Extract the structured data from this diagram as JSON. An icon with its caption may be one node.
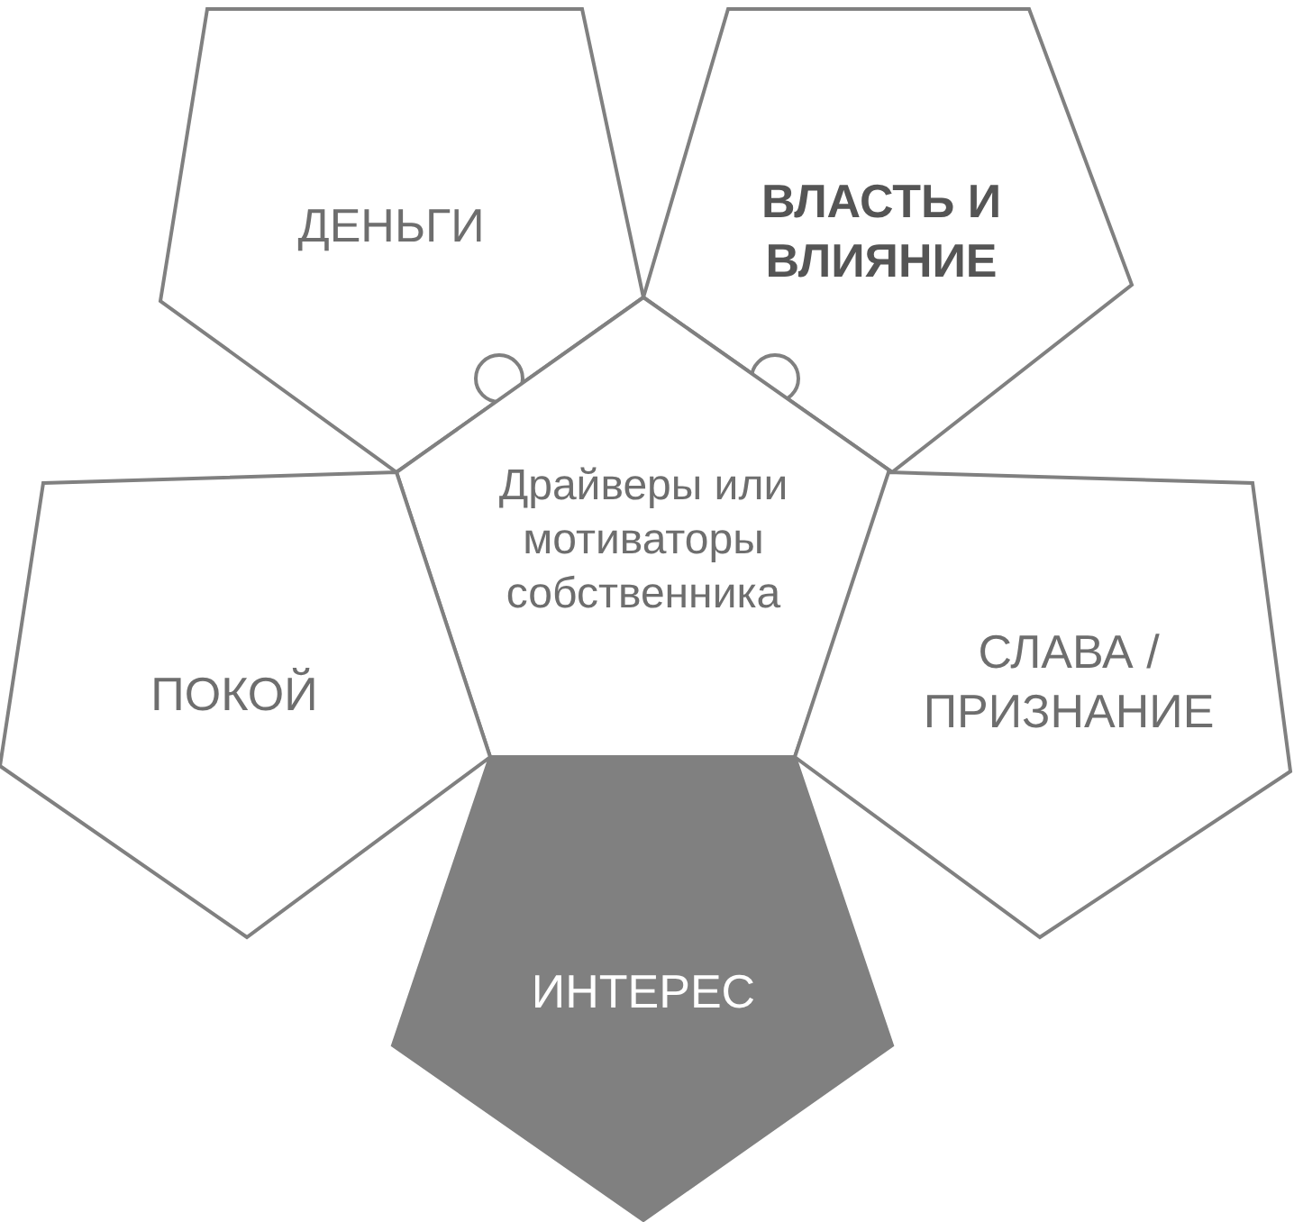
{
  "diagram": {
    "nodes": [
      {
        "text": [
          "ДЕНЬГИ"
        ]
      },
      {
        "text": [
          "ВЛАСТЬ И ВЛИЯНИЕ"
        ]
      },
      {
        "text": [
          "Драйверы или мотиваторы собственника"
        ]
      },
      {
        "text": [
          "ПОКОЙ"
        ]
      },
      {
        "text": [
          "СЛАВА / ПРИЗНАНИЕ"
        ]
      },
      {
        "text": [
          "ИНТЕРЕС"
        ]
      }
    ]
  }
}
